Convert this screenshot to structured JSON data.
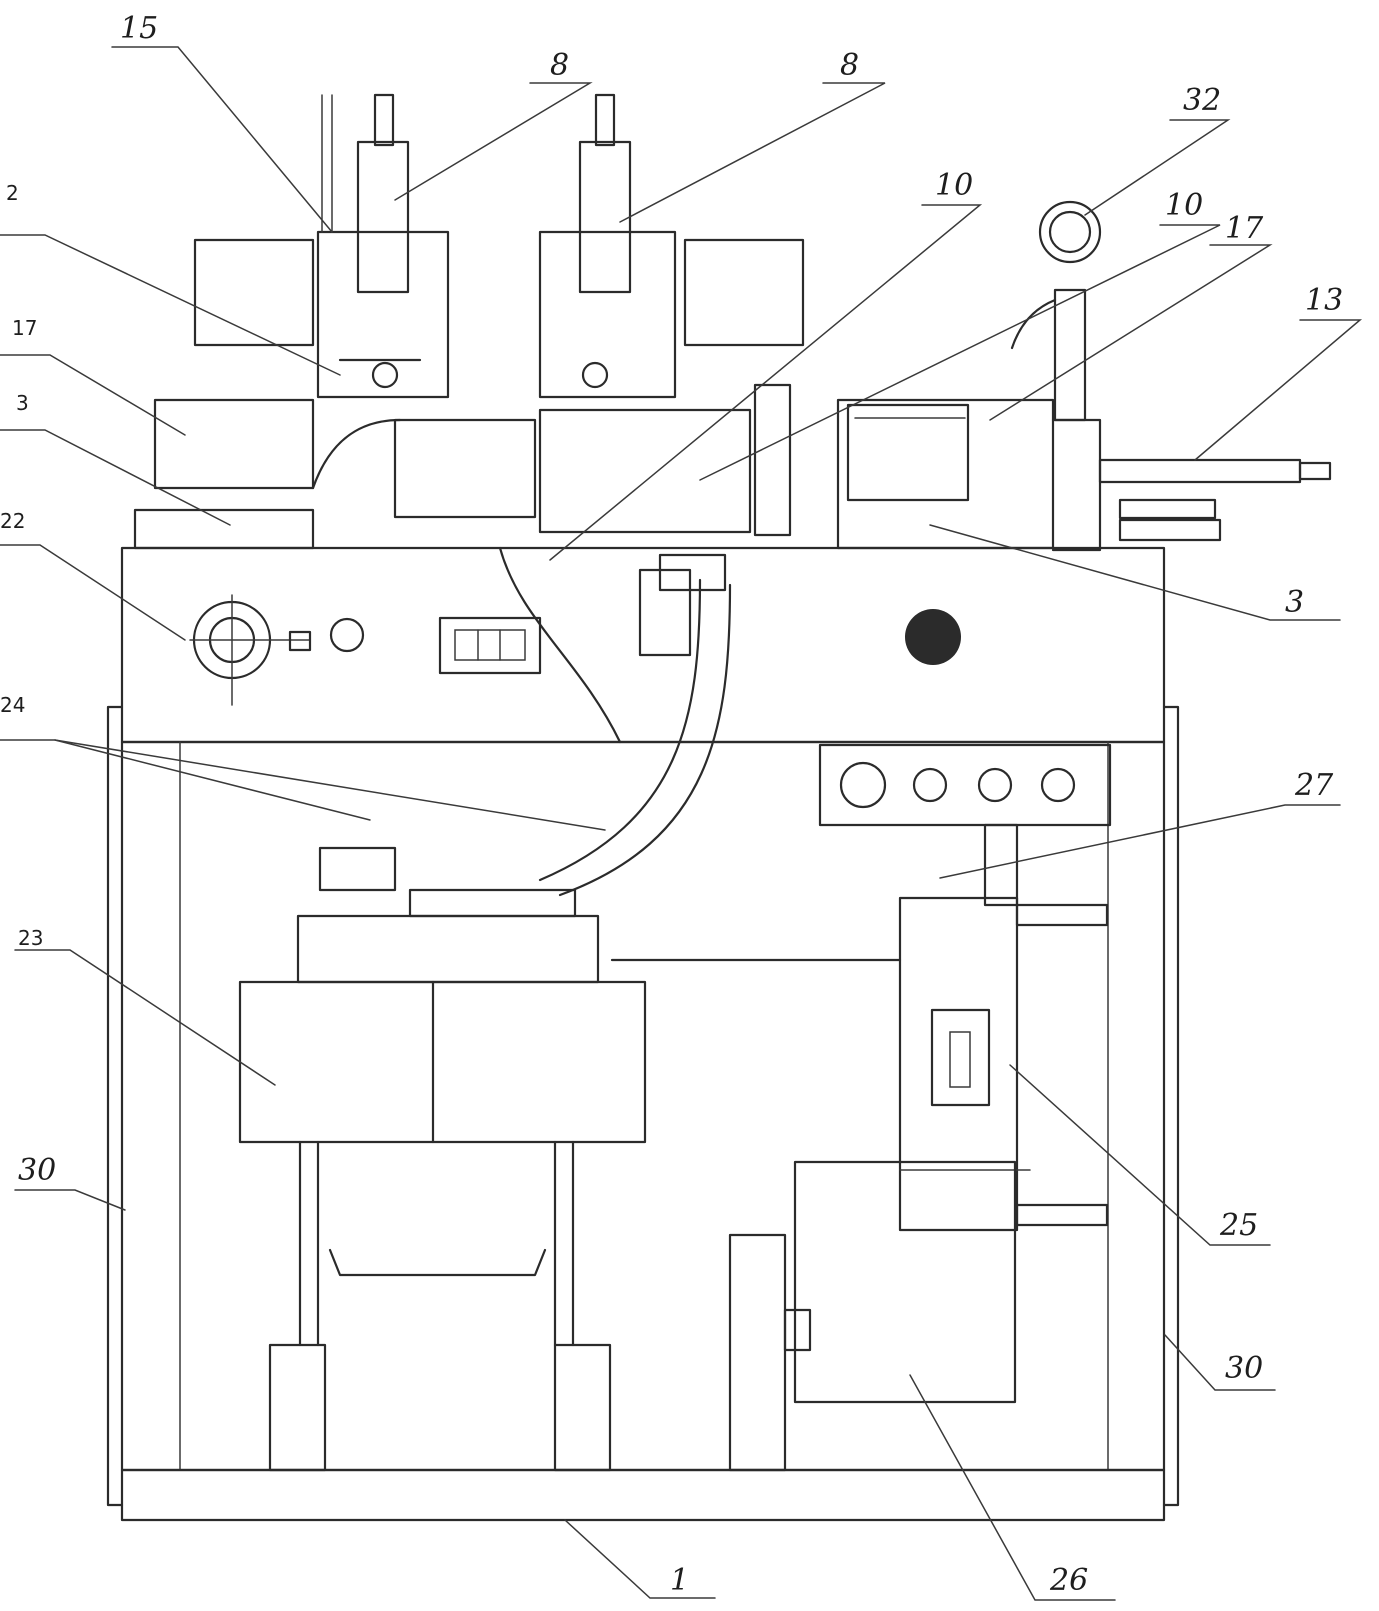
{
  "callouts": {
    "c15": "15",
    "c8a": "8",
    "c8b": "8",
    "c32": "32",
    "c10a": "10",
    "c10b": "10",
    "c17a": "17",
    "c17b": "17",
    "c13": "13",
    "c2": "2",
    "c3a": "3",
    "c3b": "3",
    "c22": "22",
    "c24": "24",
    "c27": "27",
    "c23": "23",
    "c25": "25",
    "c30a": "30",
    "c30b": "30",
    "c26": "26",
    "c1": "1"
  },
  "colors": {
    "ink": "#2b2b2b",
    "paper": "#ffffff"
  }
}
